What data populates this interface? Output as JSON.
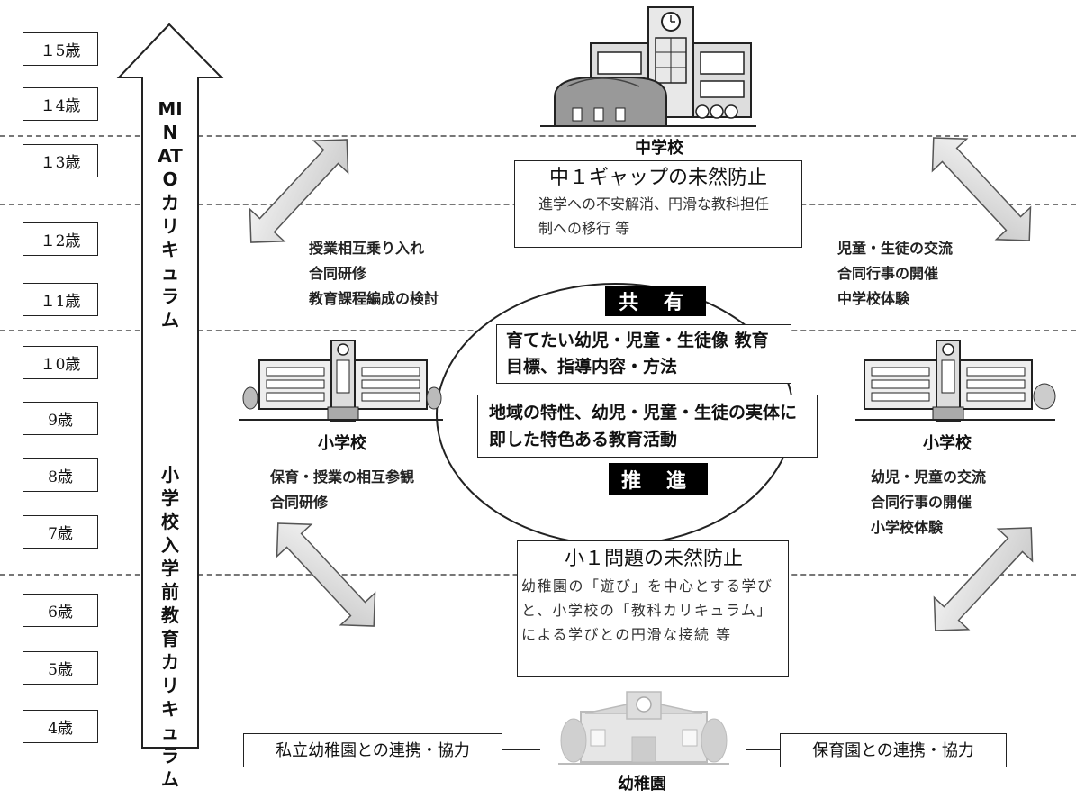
{
  "ages": [
    "１5歳",
    "１4歳",
    "１3歳",
    "１2歳",
    "１1歳",
    "１0歳",
    "9歳",
    "8歳",
    "7歳",
    "6歳",
    "5歳",
    "4歳"
  ],
  "vertical_arrow": {
    "upper_label": "MINATOカリキュラム",
    "lower_label": "小学校入学前教育カリキュラム"
  },
  "junior_high": {
    "name": "中学校",
    "box_title": "中１ギャップの未然防止",
    "box_text": "進学への不安解消、円滑な教科担任制への移行 等"
  },
  "left_upper_items": [
    "授業相互乗り入れ",
    "合同研修",
    "教育課程編成の検討"
  ],
  "right_upper_items": [
    "児童・生徒の交流",
    "合同行事の開催",
    "中学校体験"
  ],
  "center": {
    "share_label": "共 有",
    "share_text": "育てたい幼児・児童・生徒像 教育目標、指導内容・方法",
    "promote_text": "地域の特性、幼児・児童・生徒の実体に即した特色ある教育活動",
    "promote_label": "推 進"
  },
  "elementary_left": {
    "name": "小学校",
    "items": [
      "保育・授業の相互参観",
      "合同研修"
    ]
  },
  "elementary_right": {
    "name": "小学校",
    "items": [
      "幼児・児童の交流",
      "合同行事の開催",
      "小学校体験"
    ]
  },
  "first_grade": {
    "box_title": "小１問題の未然防止",
    "box_text": "幼稚園の「遊び」を中心とする学びと、小学校の「教科カリキュラム」による学びとの円滑な接続 等"
  },
  "kindergarten": {
    "name": "幼稚園",
    "left_partner": "私立幼稚園との連携・協力",
    "right_partner": "保育園との連携・協力"
  }
}
